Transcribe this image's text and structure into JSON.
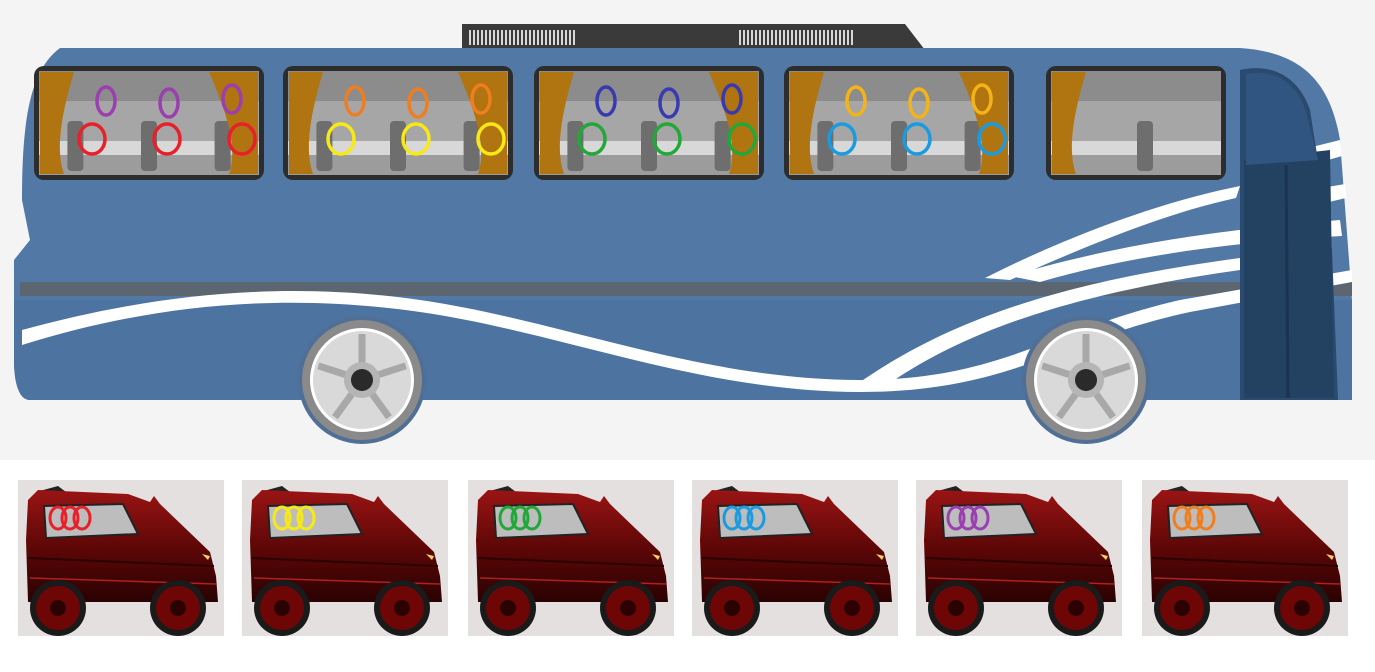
{
  "colors": {
    "bus_body": "#5278a5",
    "bus_body_light": "#6a8fbb",
    "bus_front": "#2a4a70",
    "bus_stripe": "#ffffff",
    "bus_band": "#5c6670",
    "window_frame": "#2d2d2d",
    "window_glass": "#a6a6a6",
    "curtain": "#b07410",
    "roof_rack": "#3a3a3a",
    "wheel_tire": "#9a9a9a",
    "wheel_hub": "#2a2a2a",
    "car_body": "#7a0a0a",
    "car_body_dark": "#3a0303",
    "car_tile_bg": "#e4e0e0",
    "scene_bg": "#f4f4f4"
  },
  "rider_groups": [
    {
      "id": "red",
      "color": "#e8202a"
    },
    {
      "id": "yellow",
      "color": "#f7ea14"
    },
    {
      "id": "green",
      "color": "#21a838"
    },
    {
      "id": "light-blue",
      "color": "#1a9be0"
    },
    {
      "id": "purple",
      "color": "#9b3fb0"
    },
    {
      "id": "orange",
      "color": "#f07d1e"
    }
  ],
  "bus_windows": [
    {
      "back": {
        "group": "purple",
        "count": 3
      },
      "front": {
        "group": "red",
        "count": 3
      }
    },
    {
      "back": {
        "group": "orange",
        "count": 3
      },
      "front": {
        "group": "yellow",
        "count": 3
      }
    },
    {
      "back": {
        "group": "navy",
        "count": 3,
        "color": "#3a3ab0"
      },
      "front": {
        "group": "green",
        "count": 3
      }
    },
    {
      "back": {
        "group": "amber",
        "count": 3,
        "color": "#f4b418"
      },
      "front": {
        "group": "light-blue",
        "count": 3
      }
    },
    {
      "back": null,
      "front": null
    }
  ],
  "cars": [
    {
      "passenger_group": "red",
      "passengers": 3
    },
    {
      "passenger_group": "yellow",
      "passengers": 3
    },
    {
      "passenger_group": "green",
      "passengers": 3
    },
    {
      "passenger_group": "light-blue",
      "passengers": 3
    },
    {
      "passenger_group": "purple",
      "passengers": 3
    },
    {
      "passenger_group": "orange",
      "passengers": 3
    }
  ]
}
